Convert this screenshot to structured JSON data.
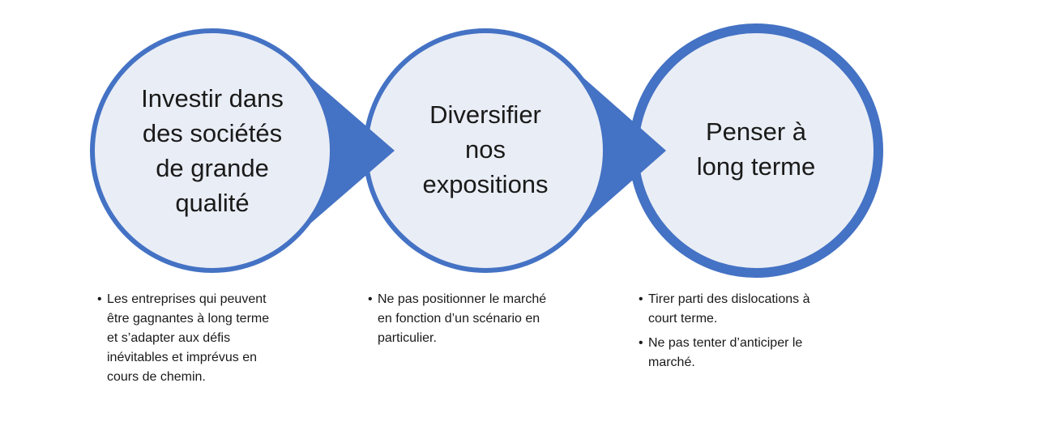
{
  "colors": {
    "ring": "#4472c4",
    "fill": "#e9edf5",
    "text": "#1a1a1a"
  },
  "steps": [
    {
      "title_lines": [
        "Investir dans",
        "des sociétés",
        "de grande",
        "qualité"
      ],
      "bullets": [
        [
          "Les entreprises qui peuvent",
          "être gagnantes à long terme",
          "et s’adapter aux défis",
          "inévitables et imprévus en",
          "cours de chemin."
        ]
      ]
    },
    {
      "title_lines": [
        "Diversifier",
        "nos",
        "expositions"
      ],
      "bullets": [
        [
          "Ne pas positionner le marché",
          "en fonction d’un scénario en",
          "particulier."
        ]
      ]
    },
    {
      "title_lines": [
        "Penser à",
        "long terme"
      ],
      "bullets": [
        [
          "Tirer parti des dislocations à",
          "court terme."
        ],
        [
          "Ne pas tenter d’anticiper le",
          "marché."
        ]
      ]
    }
  ]
}
